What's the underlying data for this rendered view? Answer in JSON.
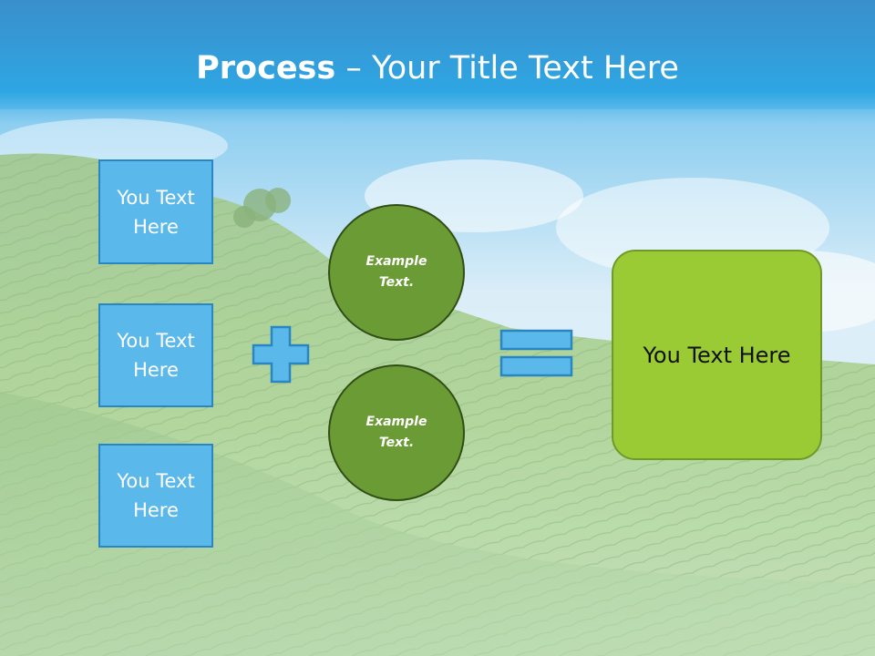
{
  "slide": {
    "title_bold": "Process",
    "title_rest": " – Your Title Text Here",
    "left_boxes": [
      {
        "line1": "You Text",
        "line2": "Here"
      },
      {
        "line1": "You Text",
        "line2": "Here"
      },
      {
        "line1": "You Text",
        "line2": "Here"
      }
    ],
    "circles": [
      {
        "line1": "Example",
        "line2": "Text."
      },
      {
        "line1": "Example",
        "line2": "Text."
      }
    ],
    "result_label": "You Text Here",
    "icons": {
      "plus": "plus-icon",
      "equals": "equals-icon"
    }
  },
  "colors": {
    "title_band": "#2f93d6",
    "box_fill": "#5bb8ea",
    "box_border": "#2a86c2",
    "circle_fill": "#6a9b34",
    "result_fill": "#9acb34"
  }
}
